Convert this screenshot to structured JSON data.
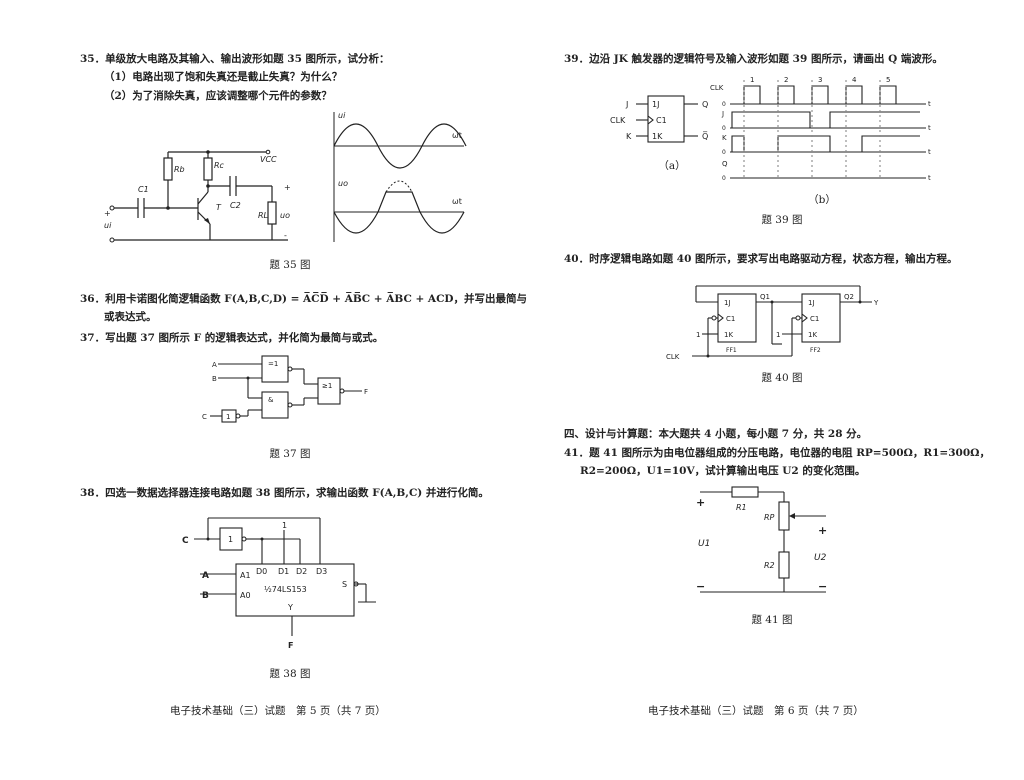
{
  "left_page": {
    "q35": {
      "stem": "35．单级放大电路及其输入、输出波形如题 35 图所示，试分析：",
      "sub1": "（1）电路出现了饱和失真还是截止失真？为什么？",
      "sub2": "（2）为了消除失真，应该调整哪个元件的参数？",
      "caption": "题 35 图",
      "labels": {
        "rb": "Rb",
        "rc": "Rc",
        "vcc": "VCC",
        "c1": "C1",
        "c2": "C2",
        "t": "T",
        "rl": "RL",
        "ui": "ui",
        "uo": "uo",
        "plus": "+",
        "minus": "-",
        "wt": "ωt",
        "ui_axis": "ui",
        "uo_axis": "uo"
      }
    },
    "q36": {
      "line1": "36．利用卡诺图化简逻辑函数 F(A,B,C,D) = A̅C̅D̅ + A̅B̅C + A̅BC + ACD，并写出最简与",
      "line2": "或表达式。"
    },
    "q37": {
      "stem": "37．写出题 37 图所示 F 的逻辑表达式，并化简为最简与或式。",
      "caption": "题 37 图",
      "labels": {
        "a": "A",
        "b": "B",
        "c": "C",
        "f": "F",
        "xor": "=1",
        "and": "&",
        "or": "≥1",
        "not": "1"
      }
    },
    "q38": {
      "stem": "38．四选一数据选择器连接电路如题 38 图所示，求输出函数 F(A,B,C) 并进行化简。",
      "caption": "题 38 图",
      "labels": {
        "c": "C",
        "a": "A",
        "b": "B",
        "a1": "A1",
        "a0": "A0",
        "d0": "D0",
        "d1": "D1",
        "d2": "D2",
        "d3": "D3",
        "one": "1",
        "chip": "½74LS153",
        "s": "S",
        "y": "Y",
        "f": "F",
        "not": "1"
      }
    },
    "footer": "电子技术基础（三）试题　第 5 页（共 7 页）"
  },
  "right_page": {
    "q39": {
      "stem": "39．边沿 JK 触发器的逻辑符号及输入波形如题 39 图所示，请画出 Q 端波形。",
      "caption": "题 39 图",
      "sub_a": "（a）",
      "sub_b": "（b）",
      "labels": {
        "j": "J",
        "clk": "CLK",
        "k": "K",
        "q": "Q",
        "qbar": "Q̅",
        "one_j": "1J",
        "c1": "C1",
        "one_k": "1K",
        "t": "t",
        "zero": "0",
        "pulses": [
          "1",
          "2",
          "3",
          "4",
          "5"
        ]
      }
    },
    "q40": {
      "stem": "40．时序逻辑电路如题 40 图所示，要求写出电路驱动方程，状态方程，输出方程。",
      "caption": "题 40 图",
      "labels": {
        "one_j": "1J",
        "c1": "C1",
        "one_k": "1K",
        "q1": "Q1",
        "q2": "Q2",
        "y": "Y",
        "ff1": "FF1",
        "ff2": "FF2",
        "clk": "CLK",
        "one": "1"
      }
    },
    "section4": "四、设计与计算题：本大题共 4 小题，每小题 7 分，共 28 分。",
    "q41": {
      "line1": "41．题 41 图所示为由电位器组成的分压电路，电位器的电阻 RP=500Ω，R1=300Ω，",
      "line2": "R2=200Ω，U1=10V，试计算输出电压 U2 的变化范围。",
      "caption": "题 41 图",
      "labels": {
        "r1": "R1",
        "rp": "RP",
        "r2": "R2",
        "u1": "U1",
        "u2": "U2",
        "plus": "+",
        "minus": "−"
      }
    },
    "footer": "电子技术基础（三）试题　第 6 页（共 7 页）"
  }
}
